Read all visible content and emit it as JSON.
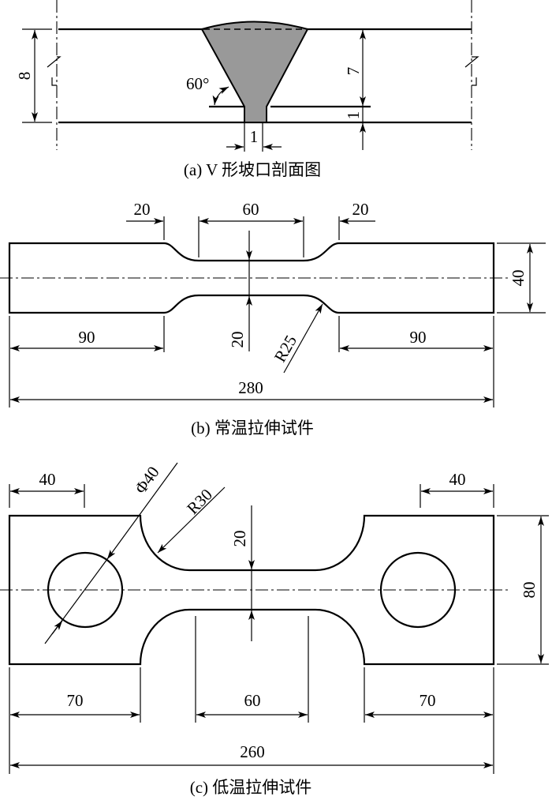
{
  "panel_a": {
    "caption": "(a) V 形坡口剖面图",
    "dim_thickness": "8",
    "dim_bevel_depth": "7",
    "dim_root_face": "1",
    "dim_root_gap": "1",
    "angle": "60°",
    "weld_fill_color": "#999999"
  },
  "panel_b": {
    "caption": "(b) 常温拉伸试件",
    "dim_left_transition": "20",
    "dim_gauge_length": "60",
    "dim_right_transition": "20",
    "dim_width": "40",
    "dim_left_grip": "90",
    "dim_right_grip": "90",
    "dim_neck_width": "20",
    "dim_radius": "R25",
    "dim_total": "280"
  },
  "panel_c": {
    "caption": "(c) 低温拉伸试件",
    "dim_left_hole_offset": "40",
    "dim_right_hole_offset": "40",
    "dim_hole_diameter": "Φ40",
    "dim_radius": "R30",
    "dim_neck_width": "20",
    "dim_width": "80",
    "dim_left_grip": "70",
    "dim_gauge_length": "60",
    "dim_right_grip": "70",
    "dim_total": "260"
  }
}
